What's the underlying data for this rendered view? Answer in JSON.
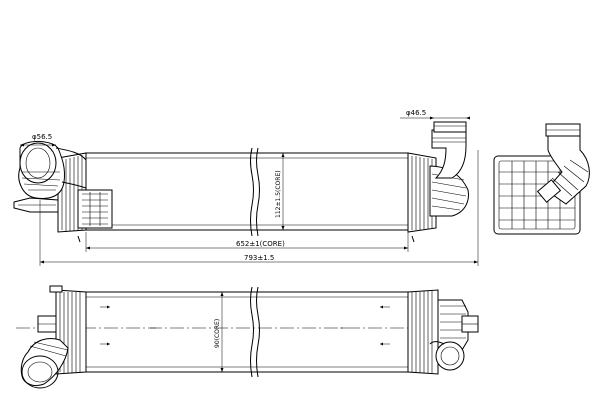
{
  "labels": {
    "inlet_diameter": "φ56.5",
    "outlet_diameter": "φ46.5",
    "core_height": "112±1.5(CORE)",
    "core_length": "652±1(CORE)",
    "overall_length": "793±1.5",
    "core_thickness": "90(CORE)"
  }
}
